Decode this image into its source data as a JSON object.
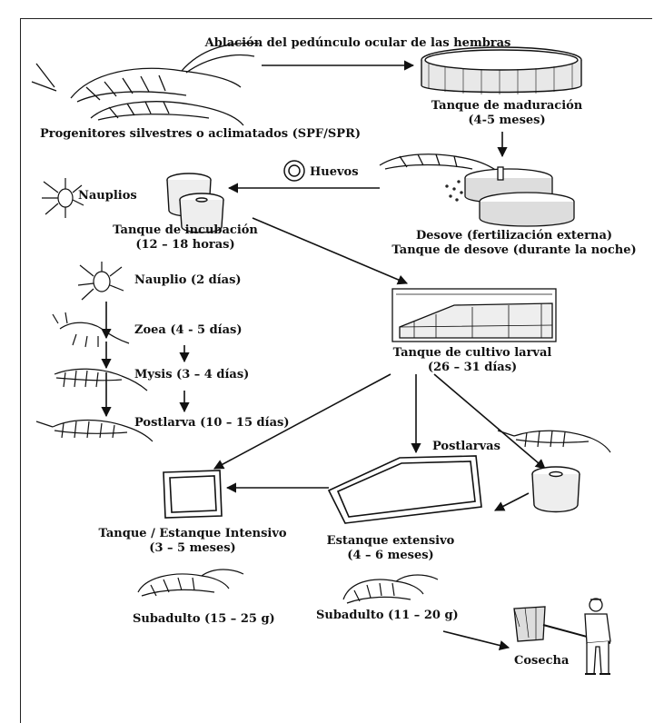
{
  "title": "Ablación del pedúnculo ocular de las hembras",
  "broodstock": "Progenitores silvestres o aclimatados (SPF/SPR)",
  "maturation_tank": {
    "line1": "Tanque de maduración",
    "line2": "(4-5 meses)"
  },
  "eggs": "Huevos",
  "spawning": {
    "line1": "Desove (fertilización externa)",
    "line2": "Tanque de desove (durante la noche)"
  },
  "nauplii": "Nauplios",
  "incubation_tank": {
    "line1": "Tanque de incubación",
    "line2": "(12 – 18 horas)"
  },
  "stages": {
    "nauplio": "Nauplio (2 días)",
    "zoea": "Zoea (4 - 5 días)",
    "mysis": "Mysis (3 – 4 días)",
    "postlarva": "Postlarva (10 – 15 días)"
  },
  "larval_tank": {
    "line1": "Tanque de cultivo larval",
    "line2": "(26 – 31 días)"
  },
  "postlarvae": "Postlarvas",
  "intensive": {
    "line1": "Tanque / Estanque Intensivo",
    "line2": "(3 – 5 meses)"
  },
  "extensive": {
    "line1": "Estanque extensivo",
    "line2": "(4 – 6 meses)"
  },
  "subadult_intensive": "Subadulto (15 – 25 g)",
  "subadult_extensive": "Subadulto (11 – 20 g)",
  "harvest": "Cosecha"
}
